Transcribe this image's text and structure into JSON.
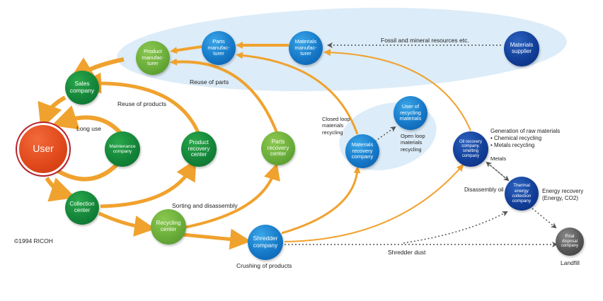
{
  "title": "Product recycling flow (Ricoh Comet Circle)",
  "copyright": "©1994 RICOH",
  "colors": {
    "arrow": "#f0a22e",
    "region_fill": "#dcecf8",
    "user": "#e14a1c",
    "sales_green": "#14853a",
    "light_green": "#6aad3a",
    "blue": "#1679c8",
    "dark_blue": "#123f98",
    "grey": "#555555"
  },
  "nodes": {
    "user": "User",
    "sales_company": "Sales\ncompany",
    "maintenance_company": "Maintenance\ncompany",
    "product_manufacturer": "Product\nmanufac-\nturer",
    "parts_manufacturer": "Parts\nmanufac-\nturer",
    "materials_manufacturer": "Materials\nmanufac-\nturer",
    "materials_supplier": "Materials\nsupplier",
    "product_recovery_center": "Product\nrecovery\ncenter",
    "parts_recovery_center": "Parts\nrecovery\ncenter",
    "collection_center": "Collection\ncenter",
    "recycling_center": "Recycling\ncenter",
    "shredder_company": "Shredder\ncompany",
    "materials_recovery_company": "Materials\nrecovery\ncompany",
    "user_of_recycling_materials": "User of\nrecycling\nmaterials",
    "oil_recovery_company": "Oil recovery\ncompany,\nsmelting\ncompany",
    "thermal_energy_company": "Thermal\nenergy\ncollection\ncompany",
    "final_disposal_company": "Final\ndisposal\ncompany"
  },
  "labels": {
    "fossil": "Fossil and mineral resources etc.",
    "reuse_parts": "Reuse of parts",
    "reuse_products": "Reuse of products",
    "long_use": "Long use",
    "sorting": "Sorting and disassembly",
    "crushing": "Crushing of products",
    "closed_loop": "Closed loop\nmaterials\nrecycling",
    "open_loop": "Open loop\nmaterials\nrecycling",
    "generation": "Generation of raw materials\n• Chemical recycling\n• Metals recycling",
    "metals": "Metals",
    "disassembly_oil": "Disassembly oil",
    "energy_recovery": "Energy recovery\n(Energy, CO2)",
    "shredder_dust": "Shredder dust",
    "landfill": "Landfill"
  }
}
